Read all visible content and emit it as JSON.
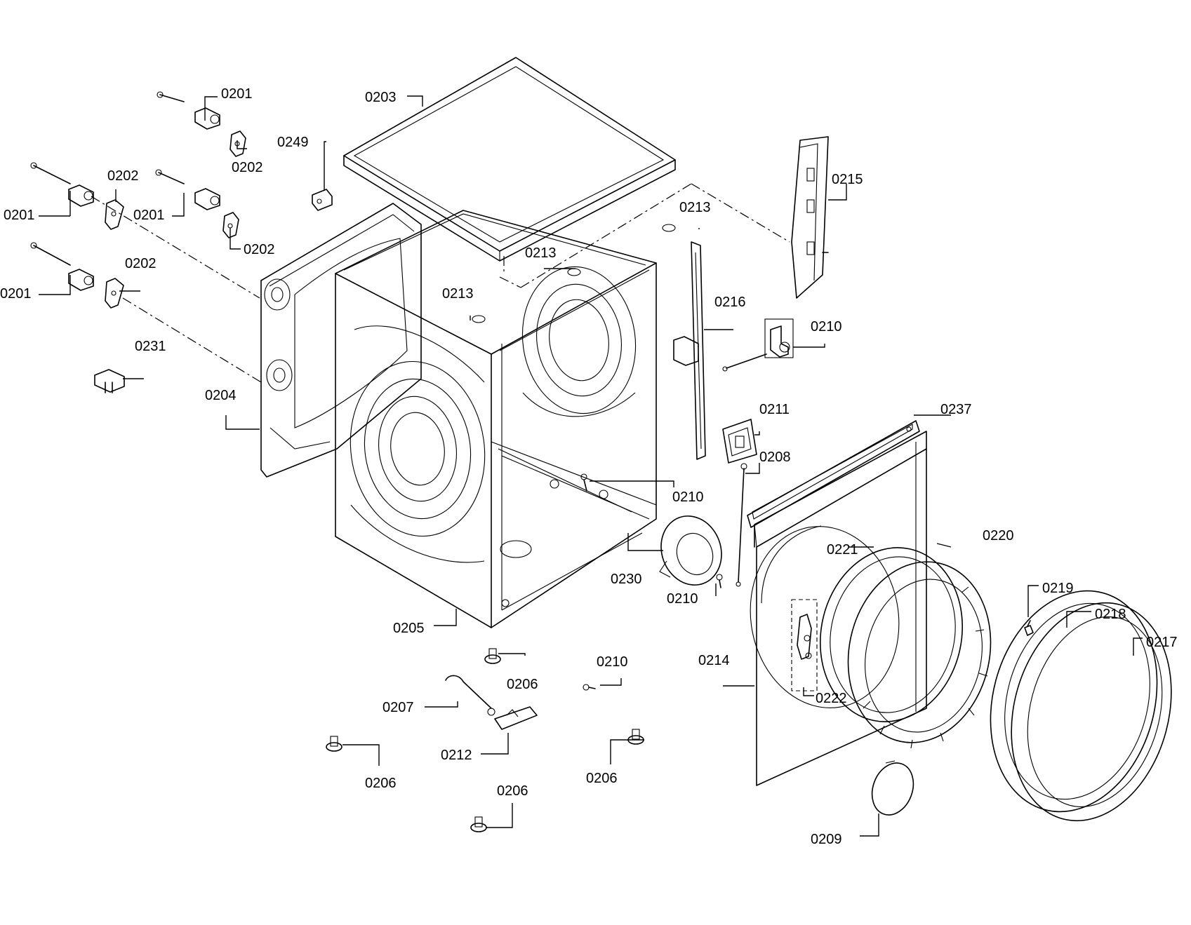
{
  "diagram": {
    "callouts": [
      {
        "id": "c1",
        "text": "0201"
      },
      {
        "id": "c2",
        "text": "0202"
      },
      {
        "id": "c3",
        "text": "0201"
      },
      {
        "id": "c4",
        "text": "0202"
      },
      {
        "id": "c5",
        "text": "0201"
      },
      {
        "id": "c6",
        "text": "0202"
      },
      {
        "id": "c7",
        "text": "0201"
      },
      {
        "id": "c8",
        "text": "0202"
      },
      {
        "id": "c9",
        "text": "0231"
      },
      {
        "id": "c10",
        "text": "0204"
      },
      {
        "id": "c11",
        "text": "0203"
      },
      {
        "id": "c12",
        "text": "0249"
      },
      {
        "id": "c13",
        "text": "0213"
      },
      {
        "id": "c14",
        "text": "0213"
      },
      {
        "id": "c15",
        "text": "0213"
      },
      {
        "id": "c16",
        "text": "0215"
      },
      {
        "id": "c17",
        "text": "0216"
      },
      {
        "id": "c18",
        "text": "0210"
      },
      {
        "id": "c19",
        "text": "0211"
      },
      {
        "id": "c20",
        "text": "0237"
      },
      {
        "id": "c21",
        "text": "0208"
      },
      {
        "id": "c22",
        "text": "0210"
      },
      {
        "id": "c23",
        "text": "0230"
      },
      {
        "id": "c24",
        "text": "0210"
      },
      {
        "id": "c25",
        "text": "0205"
      },
      {
        "id": "c26",
        "text": "0221"
      },
      {
        "id": "c27",
        "text": "0220"
      },
      {
        "id": "c28",
        "text": "0219"
      },
      {
        "id": "c29",
        "text": "0218"
      },
      {
        "id": "c30",
        "text": "0217"
      },
      {
        "id": "c31",
        "text": "0214"
      },
      {
        "id": "c32",
        "text": "0222"
      },
      {
        "id": "c33",
        "text": "0206"
      },
      {
        "id": "c34",
        "text": "0210"
      },
      {
        "id": "c35",
        "text": "0207"
      },
      {
        "id": "c36",
        "text": "0212"
      },
      {
        "id": "c37",
        "text": "0206"
      },
      {
        "id": "c38",
        "text": "0206"
      },
      {
        "id": "c39",
        "text": "0206"
      },
      {
        "id": "c40",
        "text": "0209"
      }
    ]
  }
}
